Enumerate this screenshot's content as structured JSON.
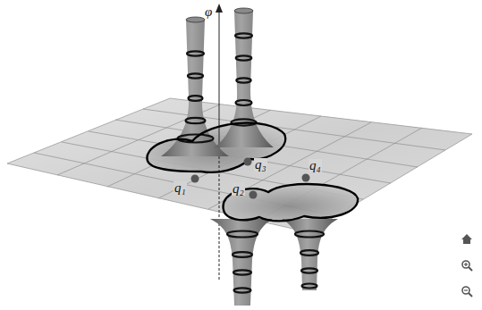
{
  "diagram": {
    "labels": [
      "φ",
      "q₁",
      "q₂",
      "q₃",
      "q₄"
    ]
  }
}
